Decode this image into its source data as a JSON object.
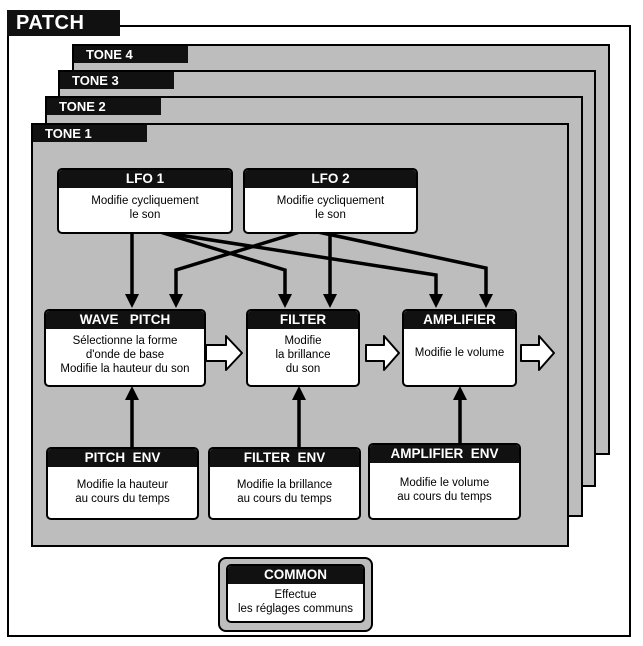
{
  "patch": {
    "label": "PATCH"
  },
  "tones": {
    "tone4": "TONE 4",
    "tone3": "TONE 3",
    "tone2": "TONE 2",
    "tone1": "TONE 1"
  },
  "blocks": {
    "lfo1": {
      "title": "LFO 1",
      "lines": [
        "Modifie cycliquement",
        "le son"
      ]
    },
    "lfo2": {
      "title": "LFO 2",
      "lines": [
        "Modifie cycliquement",
        "le son"
      ]
    },
    "wave_pitch": {
      "title": "WAVE   PITCH",
      "lines": [
        "Sélectionne la forme",
        "d'onde de base",
        "Modifie la hauteur du son"
      ]
    },
    "filter": {
      "title": "FILTER",
      "lines": [
        "Modifie",
        "la brillance",
        "du son"
      ]
    },
    "amplifier": {
      "title": "AMPLIFIER",
      "lines": [
        "Modifie le volume"
      ]
    },
    "pitch_env": {
      "title": "PITCH  ENV",
      "lines": [
        "Modifie la hauteur",
        "au cours du temps"
      ]
    },
    "filter_env": {
      "title": "FILTER  ENV",
      "lines": [
        "Modifie la brillance",
        "au cours du temps"
      ]
    },
    "amplifier_env": {
      "title": "AMPLIFIER  ENV",
      "lines": [
        "Modifie le volume",
        "au cours du temps"
      ]
    },
    "common": {
      "title": "COMMON",
      "lines": [
        "Effectue",
        "les réglages communs"
      ]
    }
  }
}
